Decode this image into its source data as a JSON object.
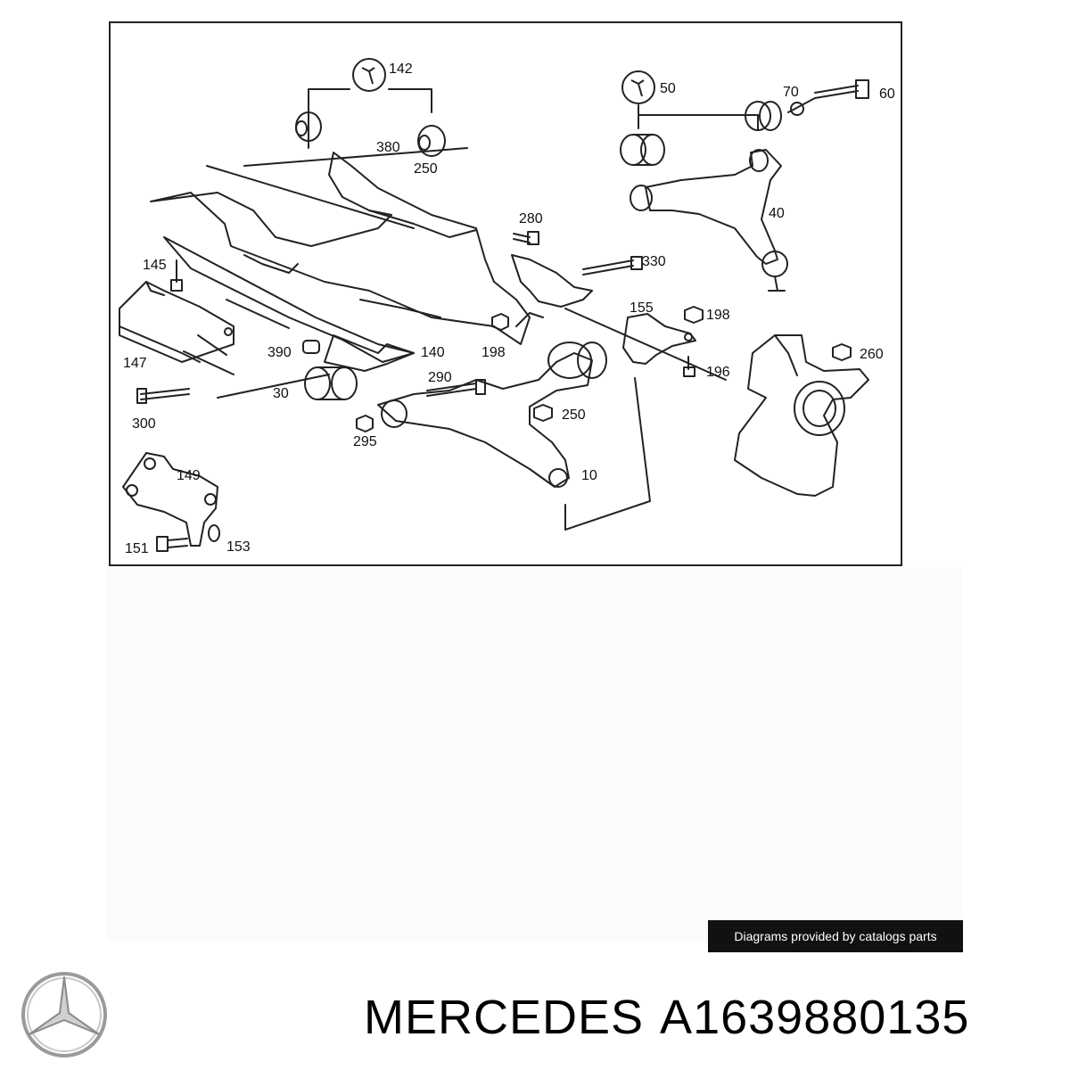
{
  "diagram": {
    "callouts": [
      "142",
      "380",
      "250",
      "280",
      "50",
      "70",
      "60",
      "40",
      "330",
      "145",
      "147",
      "390",
      "140",
      "198",
      "155",
      "198",
      "196",
      "260",
      "30",
      "290",
      "250",
      "300",
      "295",
      "10",
      "149",
      "151",
      "153"
    ]
  },
  "credit": {
    "text": "Diagrams provided by catalogs parts"
  },
  "product": {
    "brand": "MERCEDES",
    "part_number": "A1639880135"
  },
  "icons": {
    "logo": "mercedes-star-logo",
    "tool": "wrench-icon"
  },
  "colors": {
    "line": "#222222",
    "credit_bg": "#111111",
    "credit_text": "#ffffff",
    "logo": "#9a9a9a"
  }
}
